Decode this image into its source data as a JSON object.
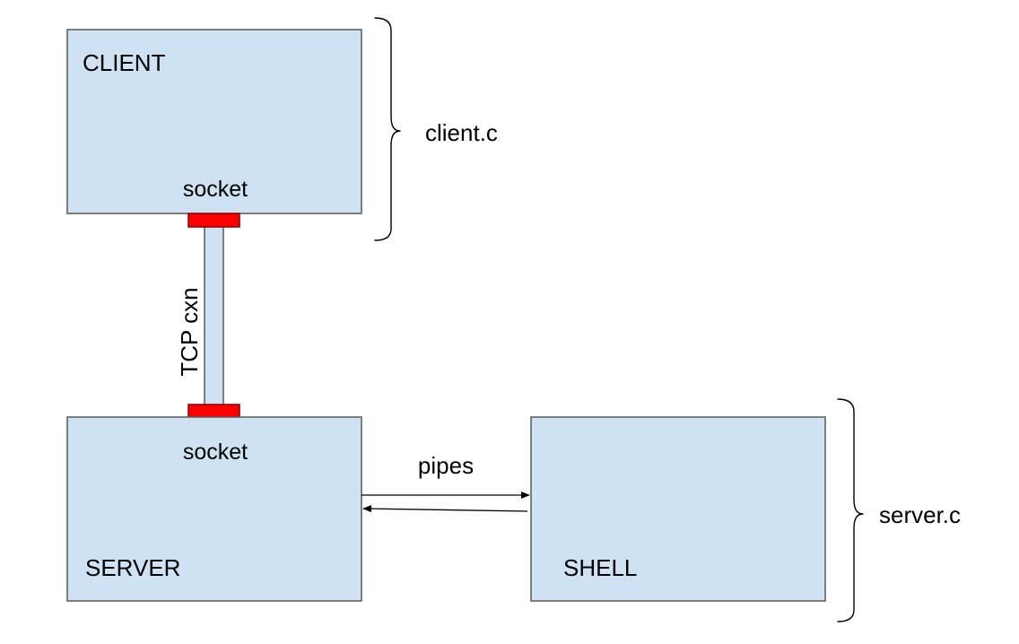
{
  "colors": {
    "box_fill": "#cfe2f3",
    "box_stroke": "#595959",
    "socket_fill": "#ff0000",
    "text": "#000000"
  },
  "boxes": {
    "client": {
      "label": "CLIENT",
      "socket_label": "socket"
    },
    "server": {
      "label": "SERVER",
      "socket_label": "socket"
    },
    "shell": {
      "label": "SHELL"
    }
  },
  "connections": {
    "tcp_label": "TCP cxn",
    "pipes_label": "pipes"
  },
  "braces": {
    "client_file": "client.c",
    "server_file": "server.c"
  }
}
